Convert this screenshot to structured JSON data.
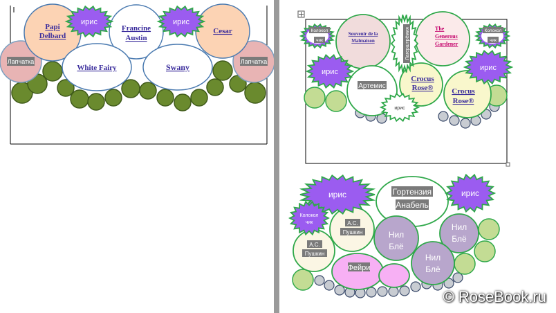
{
  "left_plan": {
    "labels": {
      "papi": [
        "Papi",
        "Delbard"
      ],
      "iris": "ирис",
      "francine": [
        "Francine",
        "Austin"
      ],
      "cesar": "Cesar",
      "lapchatka": "Лапчатка",
      "white_fairy": "White Fairy",
      "swany": "Swany"
    }
  },
  "right_plan_top": {
    "labels": {
      "kolokolchik": [
        "Колокол",
        "чик"
      ],
      "souvenir": [
        "Souvenir de la",
        "Malmaison"
      ],
      "lagerstroemia": "Лагерштрёмия",
      "generous": [
        "The",
        "Generous",
        "Gardener"
      ],
      "iris": "ирис",
      "artemis": "Артемис",
      "crocus": [
        "Crocus",
        "Rose®"
      ]
    }
  },
  "right_plan_bottom": {
    "labels": {
      "iris": "ирис",
      "hortensia": [
        "Гортензия",
        "Анабель"
      ],
      "kolokolchik": [
        "Колокол",
        "чик"
      ],
      "pushkin": [
        "А.С.",
        "Пушкин"
      ],
      "nil_ble": [
        "Нил",
        "Блё"
      ],
      "feiri": "Фейри"
    }
  },
  "watermark": "© RoseBook.ru",
  "colors": {
    "page": "#ffffff",
    "workspace": "#9a9a9a",
    "green_stroke": "#2fa84a",
    "iris_fill": "#9b5cf0",
    "peach": "#fcd3b4",
    "pink": "#e8b4b4",
    "olive": "#6a8a2e",
    "grey": "#c8ccd2",
    "lime": "#c3dc94",
    "lilac": "#b8a6cc",
    "magenta": "#f7b0f4",
    "cream": "#fbf6e4",
    "yellowish": "#f9f7cc"
  }
}
